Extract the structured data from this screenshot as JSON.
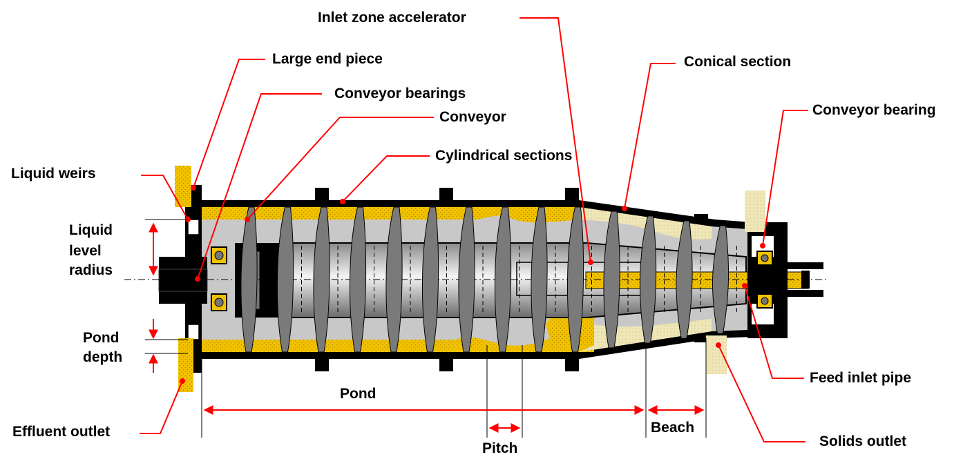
{
  "labels": {
    "inlet_zone_accelerator": "Inlet zone accelerator",
    "large_end_piece": "Large end piece",
    "conveyor_bearings": "Conveyor bearings",
    "conveyor": "Conveyor",
    "cylindrical_sections": "Cylindrical sections",
    "conical_section": "Conical section",
    "conveyor_bearing": "Conveyor bearing",
    "liquid_weirs": "Liquid weirs",
    "liquid_level_radius": [
      "Liquid",
      "level",
      "radius"
    ],
    "pond_depth": [
      "Pond",
      "depth"
    ],
    "effluent_outlet": "Effluent outlet",
    "pond": "Pond",
    "pitch": "Pitch",
    "beach": "Beach",
    "feed_inlet_pipe": "Feed inlet pipe",
    "solids_outlet": "Solids outlet"
  },
  "colors": {
    "leader": "#ff0000",
    "slurry": "#f2c200",
    "slurry_dots": "#b08a00",
    "solids": "#efe6b8",
    "bowl_inner": "#c8c8c8",
    "casing": "#000000",
    "flight": "#7a7a7a",
    "hub": "#bdbdbd"
  }
}
